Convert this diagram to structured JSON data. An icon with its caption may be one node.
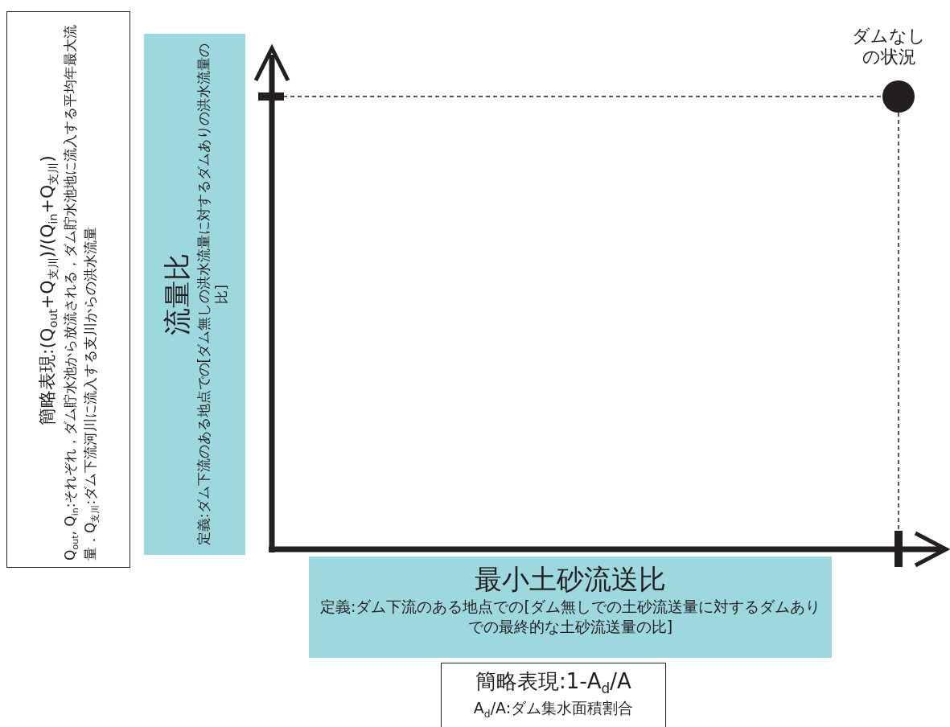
{
  "diagram": {
    "nodes": [
      {
        "text": [
          "簡略表現:(Q$_{out}$+Q$_{支川}$)/(Q$_{in}$+Q$_{支川}$)",
          "Q$_{out}$, Q$_{in}$:それぞれ，ダム貯水池から放流される，ダム貯水池地に流入する平均年最大流量．Q$_{支川}$:ダム下流河川に流入する支川からの洪水流量"
        ]
      },
      {
        "text": [
          "流量比",
          "定義:ダム下流のある地点での[ダム無しの洪水流量に対するダムありの洪水流量の比]"
        ]
      },
      {
        "text": [
          "最小土砂流送比",
          "定義:ダム下流のある地点での[ダム無しでの土砂流送量に対するダムありでの最終的な土砂流送量の比]"
        ]
      },
      {
        "text": [
          "簡略表現:1-A$_{d}$/A",
          "A$_{d}$/A:ダム集水面積割合"
        ]
      }
    ],
    "labels": [
      "ダムなしの状況"
    ]
  }
}
